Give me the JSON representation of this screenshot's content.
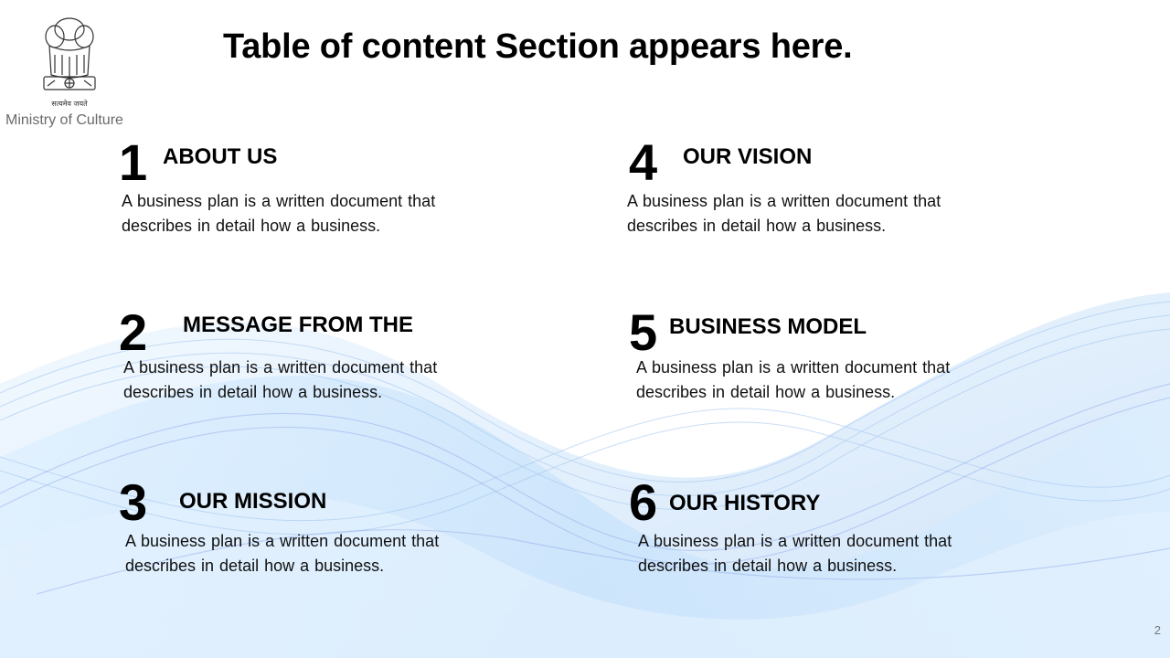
{
  "header": {
    "emblem_caption": "सत्यमेव जयते",
    "ministry": "Ministry of Culture",
    "title": "Table of content Section appears here."
  },
  "items": [
    {
      "number": "1",
      "heading": "ABOUT US",
      "description": "A business plan is a written document that describes in detail how a business."
    },
    {
      "number": "2",
      "heading": "MESSAGE FROM THE",
      "description": "A business plan is a written document that describes in detail how a business."
    },
    {
      "number": "3",
      "heading": "OUR MISSION",
      "description": "A business plan is a written document that describes in detail how a business."
    },
    {
      "number": "4",
      "heading": "OUR VISION",
      "description": "A business plan is a written document that describes in detail how a business."
    },
    {
      "number": "5",
      "heading": "BUSINESS MODEL",
      "description": "A business plan is a written document that describes in detail how a business."
    },
    {
      "number": "6",
      "heading": "OUR HISTORY",
      "description": "A business plan is a written document that describes in detail how a business."
    }
  ],
  "footer": {
    "page_number": "2"
  },
  "colors": {
    "wave_light": "#dcefff",
    "wave_mid": "#a9cdf3",
    "wave_accent": "#8fa8ea"
  }
}
